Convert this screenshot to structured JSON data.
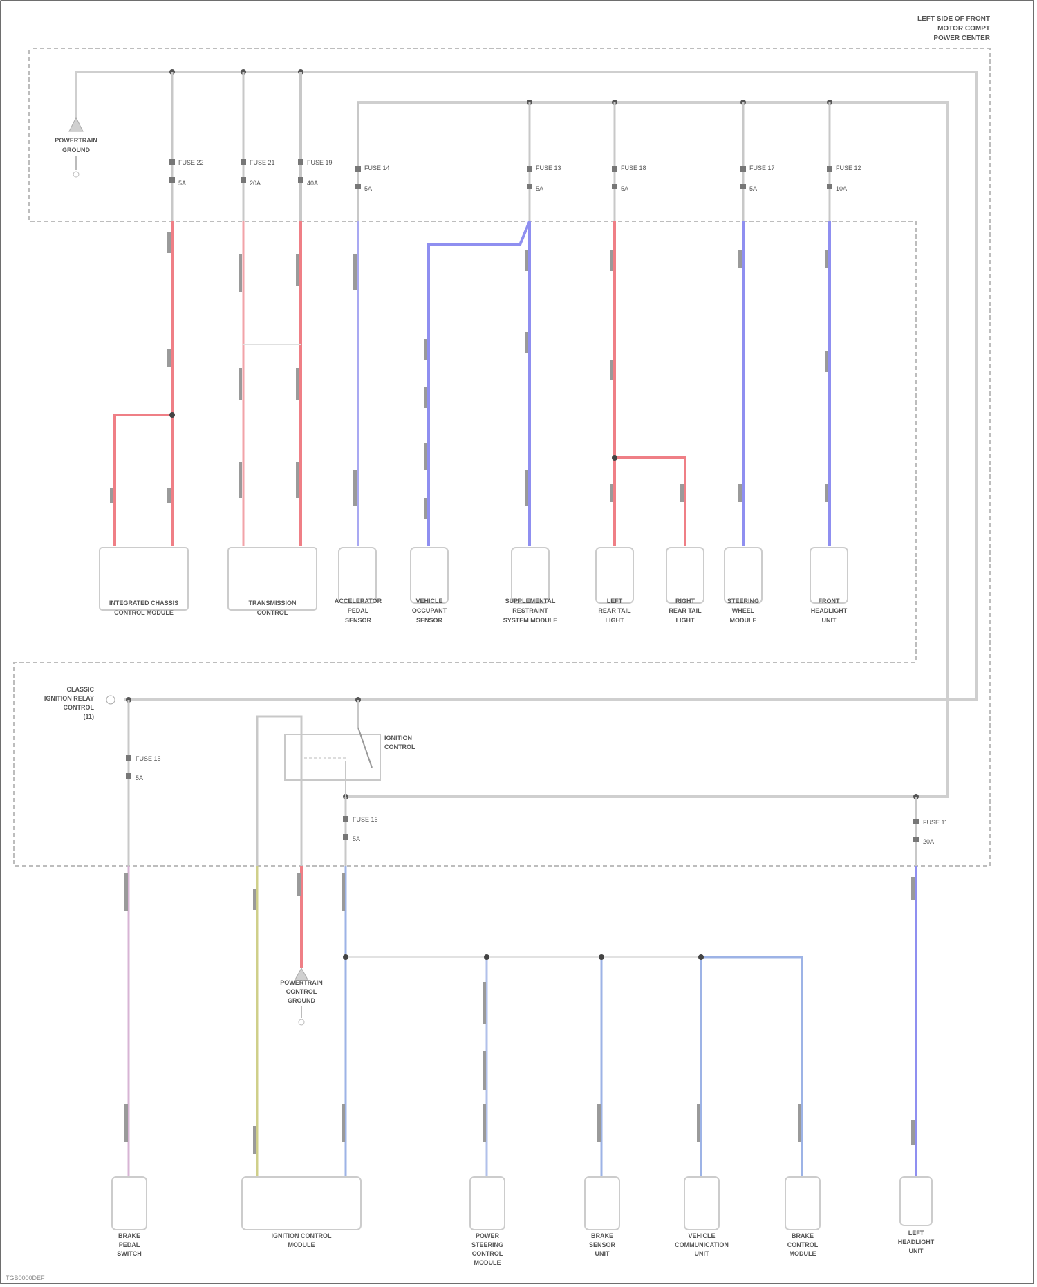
{
  "diagram": {
    "title_lines": [
      "LEFT SIDE OF FRONT",
      "MOTOR COMPT",
      "POWER CENTER"
    ],
    "footer": "TGB0000DEF",
    "colors": {
      "frame": "#6e6e6e",
      "bus": "#c8c8c8",
      "dashed": "#bdbdbd",
      "red": "#ef7f86",
      "blue": "#8f8ff0",
      "lightblue": "#9db3e6",
      "pink": "#d7b4d4",
      "yellow": "#cfcf8a",
      "node": "#555555"
    }
  },
  "upper_box": {
    "ground_label": [
      "POWERTRAIN",
      "GROUND"
    ],
    "fuses": [
      {
        "name": "FUSE 22",
        "rating": "5A"
      },
      {
        "name": "FUSE 21",
        "rating": "20A"
      },
      {
        "name": "FUSE 19",
        "rating": "40A"
      },
      {
        "name": "FUSE 14",
        "rating": "5A"
      },
      {
        "name": "FUSE 13",
        "rating": "5A"
      },
      {
        "name": "FUSE 18",
        "rating": "5A"
      },
      {
        "name": "FUSE 17",
        "rating": "5A"
      },
      {
        "name": "FUSE 12",
        "rating": "10A"
      }
    ]
  },
  "upper_components": [
    {
      "label": [
        "INTEGRATED CHASSIS",
        "CONTROL MODULE"
      ]
    },
    {
      "label": [
        "TRANSMISSION",
        "CONTROL"
      ]
    },
    {
      "label": [
        "ACCELERATOR",
        "PEDAL",
        "SENSOR"
      ]
    },
    {
      "label": [
        "VEHICLE",
        "OCCUPANT",
        "SENSOR"
      ]
    },
    {
      "label": [
        "SUPPLEMENTAL",
        "RESTRAINT",
        "SYSTEM MODULE"
      ]
    },
    {
      "label": [
        "LEFT",
        "REAR TAIL",
        "LIGHT"
      ]
    },
    {
      "label": [
        "RIGHT",
        "REAR TAIL",
        "LIGHT"
      ]
    },
    {
      "label": [
        "STEERING",
        "WHEEL",
        "MODULE"
      ]
    },
    {
      "label": [
        "FRONT",
        "HEADLIGHT",
        "UNIT"
      ]
    }
  ],
  "lower_box": {
    "side_label": [
      "CLASSIC",
      "IGNITION RELAY",
      "CONTROL",
      "(11)"
    ],
    "relay_label": [
      "IGNITION",
      "CONTROL"
    ],
    "fuses": [
      {
        "name": "FUSE 15",
        "rating": "5A"
      },
      {
        "name": "FUSE 16",
        "rating": "5A"
      },
      {
        "name": "FUSE 11",
        "rating": "20A"
      }
    ],
    "ground_label": [
      "POWERTRAIN",
      "CONTROL",
      "GROUND"
    ]
  },
  "lower_components": [
    {
      "label": [
        "BRAKE",
        "PEDAL",
        "SWITCH"
      ]
    },
    {
      "label": [
        "IGNITION CONTROL",
        "MODULE"
      ]
    },
    {
      "label": [
        "POWER",
        "STEERING",
        "CONTROL",
        "MODULE"
      ]
    },
    {
      "label": [
        "BRAKE",
        "SENSOR",
        "UNIT"
      ]
    },
    {
      "label": [
        "VEHICLE",
        "COMMUNICATION",
        "UNIT"
      ]
    },
    {
      "label": [
        "BRAKE",
        "CONTROL",
        "MODULE"
      ]
    },
    {
      "label": [
        "LEFT",
        "HEADLIGHT",
        "UNIT"
      ]
    }
  ]
}
